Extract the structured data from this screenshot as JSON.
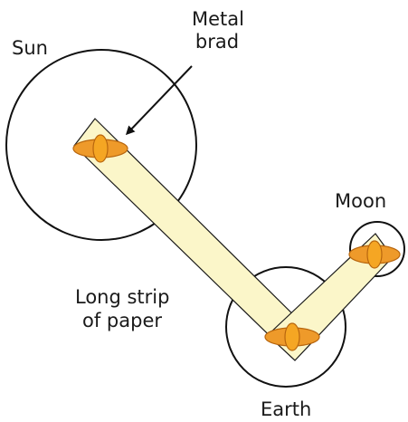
{
  "labels": {
    "sun": "Sun",
    "metal_brad_line1": "Metal",
    "metal_brad_line2": "brad",
    "moon": "Moon",
    "strip_line1": "Long strip",
    "strip_line2": "of paper",
    "earth": "Earth"
  },
  "colors": {
    "paper_strip": "#fbf6c9",
    "brad": "#f5a623",
    "outline": "#111111"
  }
}
